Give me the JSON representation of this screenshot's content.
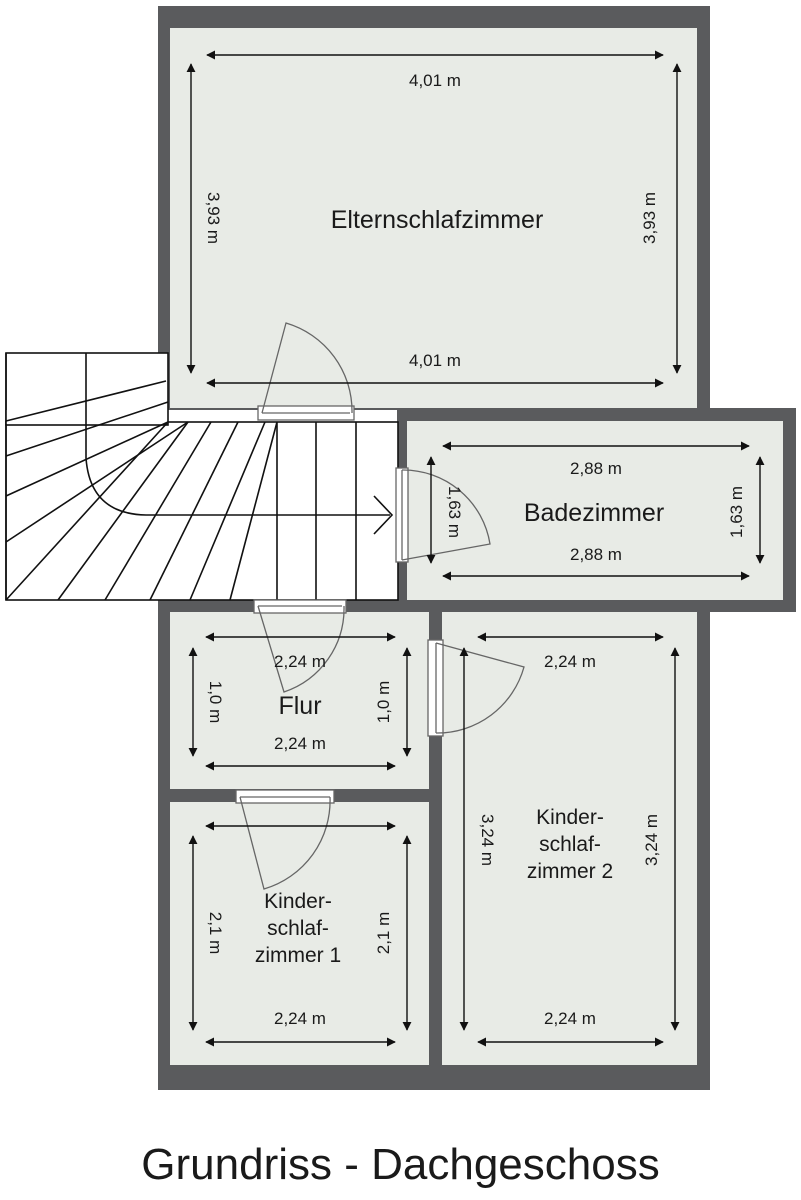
{
  "plan_title": "Grundriss - Dachgeschoss",
  "colors": {
    "wall": "#5a5b5d",
    "floor": "#e8ebe6",
    "line": "#111111",
    "door": "#666666"
  },
  "rooms": {
    "elternschlafzimmer": {
      "name": "Elternschlafzimmer",
      "width_top": "4,01 m",
      "width_bottom": "4,01 m",
      "height_left": "3,93 m",
      "height_right": "3,93 m"
    },
    "badezimmer": {
      "name": "Badezimmer",
      "width_top": "2,88 m",
      "width_bottom": "2,88 m",
      "height_left": "1,63 m",
      "height_right": "1,63 m"
    },
    "flur": {
      "name": "Flur",
      "width_top": "2,24 m",
      "width_bottom": "2,24 m",
      "height_left": "1,0 m",
      "height_right": "1,0 m"
    },
    "kinderschlafzimmer_1": {
      "name_lines": [
        "Kinder-",
        "schlaf-",
        "zimmer 1"
      ],
      "width_bottom": "2,24 m",
      "height_left": "2,1 m",
      "height_right": "2,1 m"
    },
    "kinderschlafzimmer_2": {
      "name_lines": [
        "Kinder-",
        "schlaf-",
        "zimmer 2"
      ],
      "width_top": "2,24 m",
      "width_bottom": "2,24 m",
      "height_left": "3,24 m",
      "height_right": "3,24 m"
    }
  }
}
